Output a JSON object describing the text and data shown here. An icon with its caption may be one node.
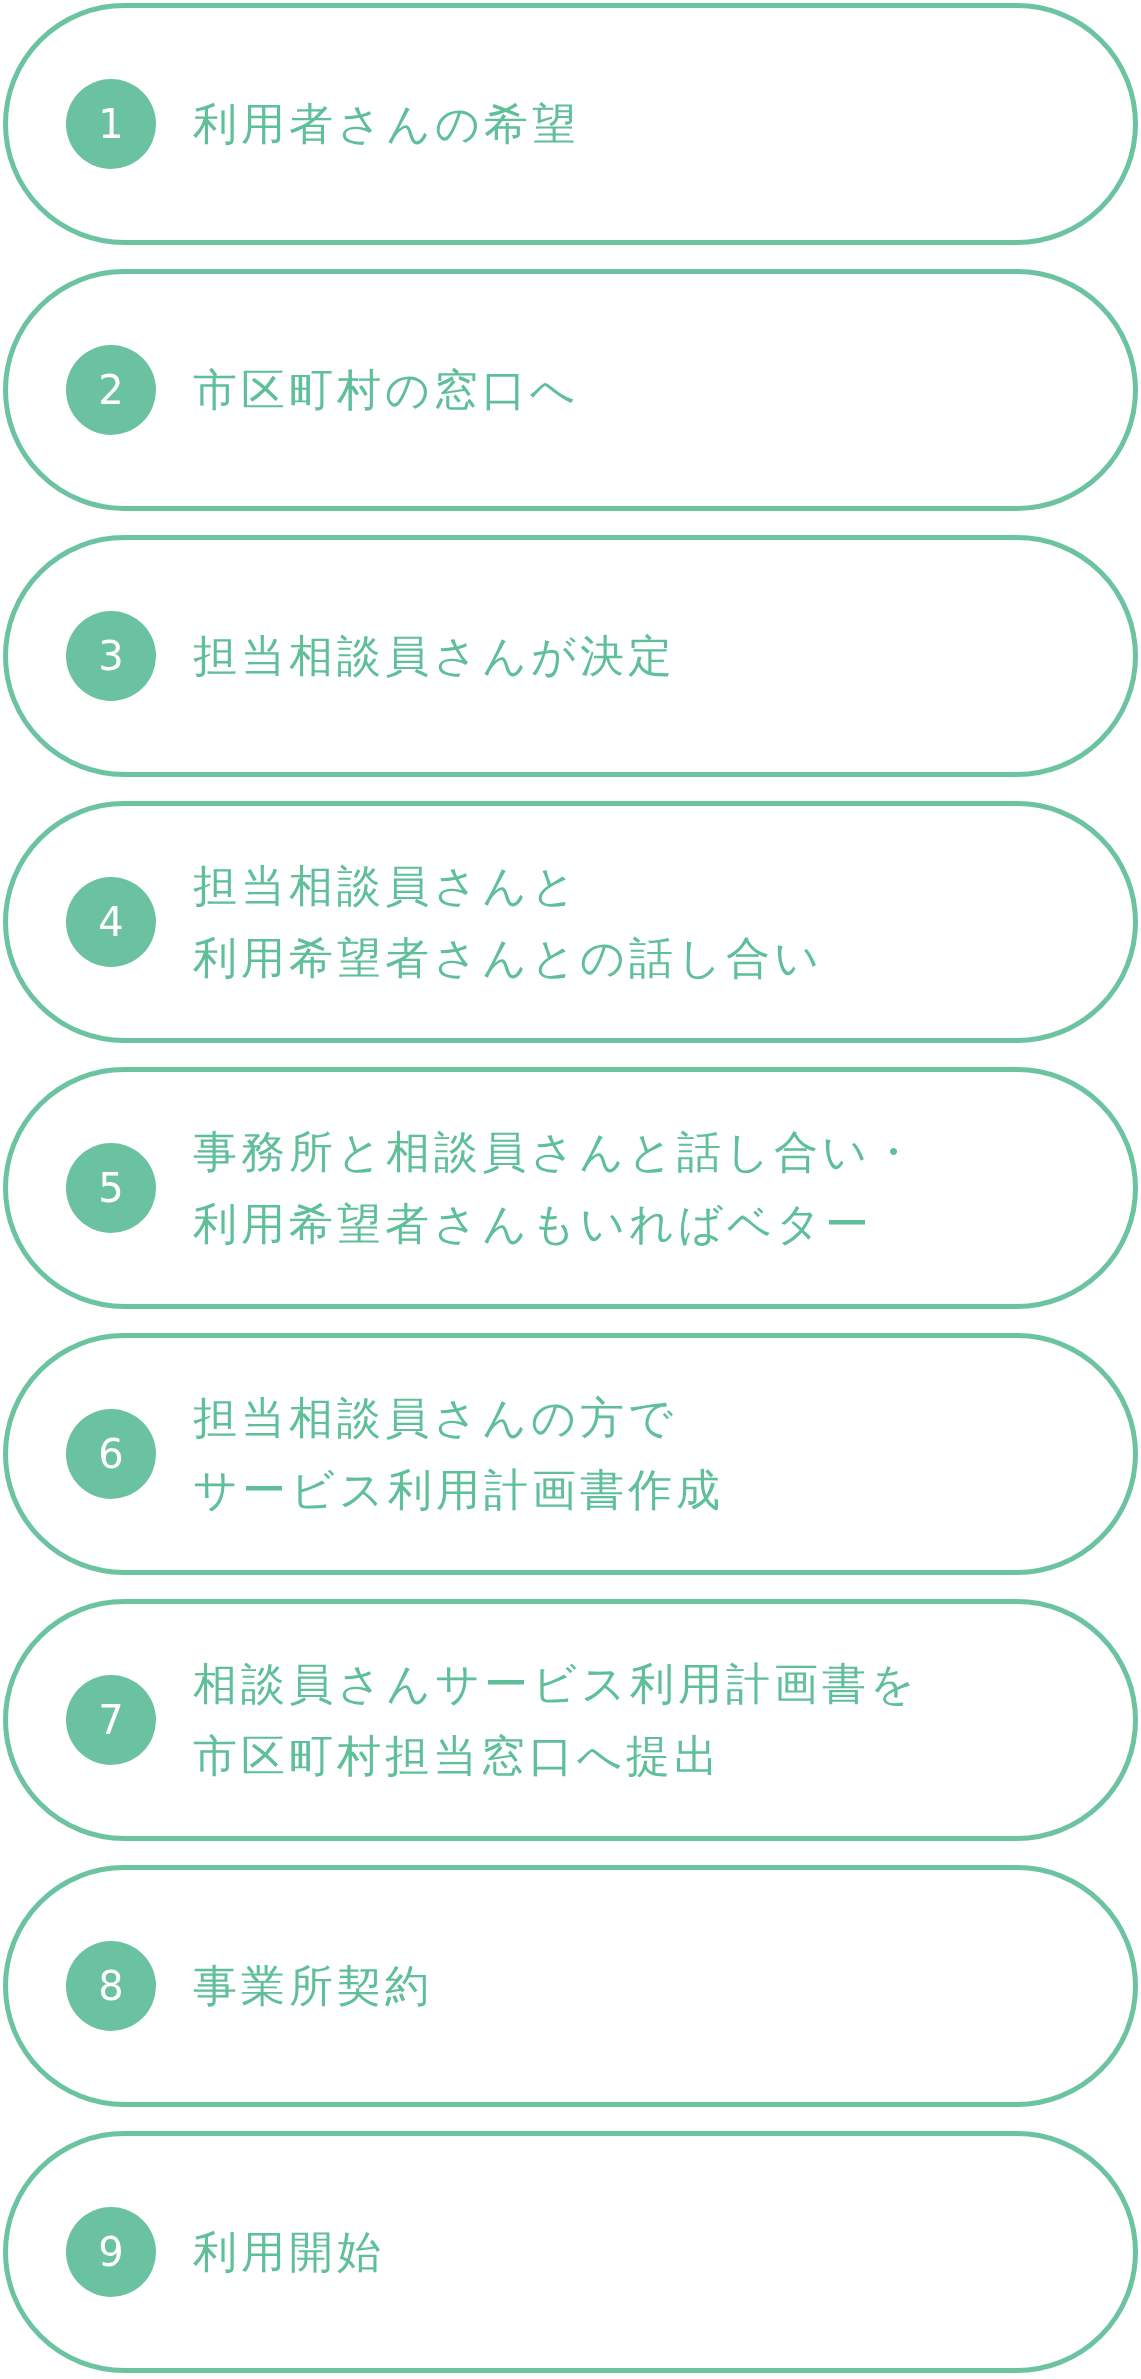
{
  "diagram": {
    "nodes": [
      {
        "text": [
          "利用者さんの希望"
        ]
      },
      {
        "text": [
          "1"
        ],
        "in": 0
      },
      {
        "text": [
          "市区町村の窓口へ"
        ]
      },
      {
        "text": [
          "2"
        ],
        "in": 2
      },
      {
        "text": [
          "担当相談員さんが決定"
        ]
      },
      {
        "text": [
          "3"
        ],
        "in": 4
      },
      {
        "text": [
          "担当相談員さんと利用希望者さんとの話し合い"
        ]
      },
      {
        "text": [
          "4"
        ],
        "in": 6
      },
      {
        "text": [
          "事務所と相談員さんと話し合い・利用希望者さんもいればベター"
        ]
      },
      {
        "text": [
          "5"
        ],
        "in": 8
      },
      {
        "text": [
          "担当相談員さんの方でサービス利用計画書作成"
        ]
      },
      {
        "text": [
          "6"
        ],
        "in": 10
      },
      {
        "text": [
          "相談員さんサービス利用計画書を市区町村担当窓口へ提出"
        ]
      },
      {
        "text": [
          "7"
        ],
        "in": 12
      },
      {
        "text": [
          "事業所契約"
        ]
      },
      {
        "text": [
          "8"
        ],
        "in": 14
      },
      {
        "text": [
          "利用開始"
        ]
      },
      {
        "text": [
          "9"
        ],
        "in": 16
      }
    ]
  }
}
